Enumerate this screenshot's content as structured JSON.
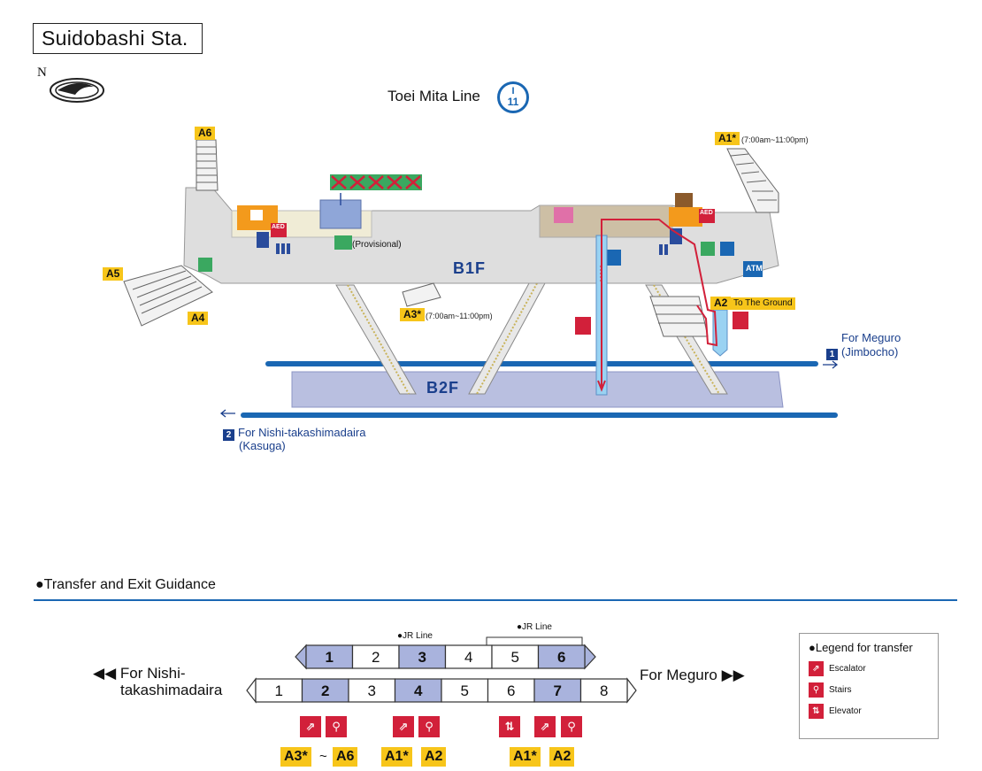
{
  "station": {
    "name": "Suidobashi Sta."
  },
  "compass": {
    "north": "N"
  },
  "line": {
    "title": "Toei Mita Line",
    "badge_top": "I",
    "badge_bottom": "11",
    "color": "#1a67b3"
  },
  "map": {
    "floors": {
      "b1f": "B1F",
      "b2f": "B2F"
    },
    "exits": {
      "a6": "A6",
      "a5": "A5",
      "a4": "A4",
      "a3": "A3*",
      "a3_hours": "(7:00am~11:00pm)",
      "a1": "A1*",
      "a1_hours": "(7:00am~11:00pm)",
      "a2": "A2",
      "a2_note": "To The Ground"
    },
    "labels": {
      "provisional": "(Provisional)",
      "atm": "ATM",
      "aed": "AED"
    },
    "directions": {
      "meguro": "For Meguro",
      "meguro_num": "1",
      "meguro_sub": "(Jimbocho)",
      "nishi": "For Nishi-takashimadaira",
      "nishi_num": "2",
      "nishi_sub": "(Kasuga)"
    }
  },
  "transfer": {
    "section_title": "●Transfer and Exit Guidance",
    "jr_line_label": "●JR Line",
    "left_direction_line1": "◀◀ For Nishi-",
    "left_direction_line2": "takashimadaira",
    "right_direction": "For Meguro ▶▶",
    "upper_cars": [
      "1",
      "2",
      "3",
      "4",
      "5",
      "6"
    ],
    "upper_highlight": [
      "1",
      "3",
      "6"
    ],
    "lower_cars": [
      "1",
      "2",
      "3",
      "4",
      "5",
      "6",
      "7",
      "8"
    ],
    "lower_highlight": [
      "2",
      "4",
      "7"
    ],
    "exit_groups": [
      {
        "from": "A3*",
        "tilde": "~",
        "to": "A6"
      },
      {
        "from": "A1*",
        "to": "A2"
      },
      {
        "from": "A1*",
        "to": "A2"
      }
    ]
  },
  "legend": {
    "title": "●Legend for transfer",
    "items": [
      {
        "icon": "escalator-icon",
        "label": "Escalator"
      },
      {
        "icon": "stairs-icon",
        "label": "Stairs"
      },
      {
        "icon": "elevator-icon",
        "label": "Elevator"
      }
    ]
  },
  "colors": {
    "exit_yellow": "#f7c51a",
    "track_blue": "#1a67b3",
    "floor_purple": "#b9bfe0",
    "concourse_gray": "#dedede",
    "facility_red": "#d2203a",
    "highlight_car": "#a9b3dd"
  }
}
